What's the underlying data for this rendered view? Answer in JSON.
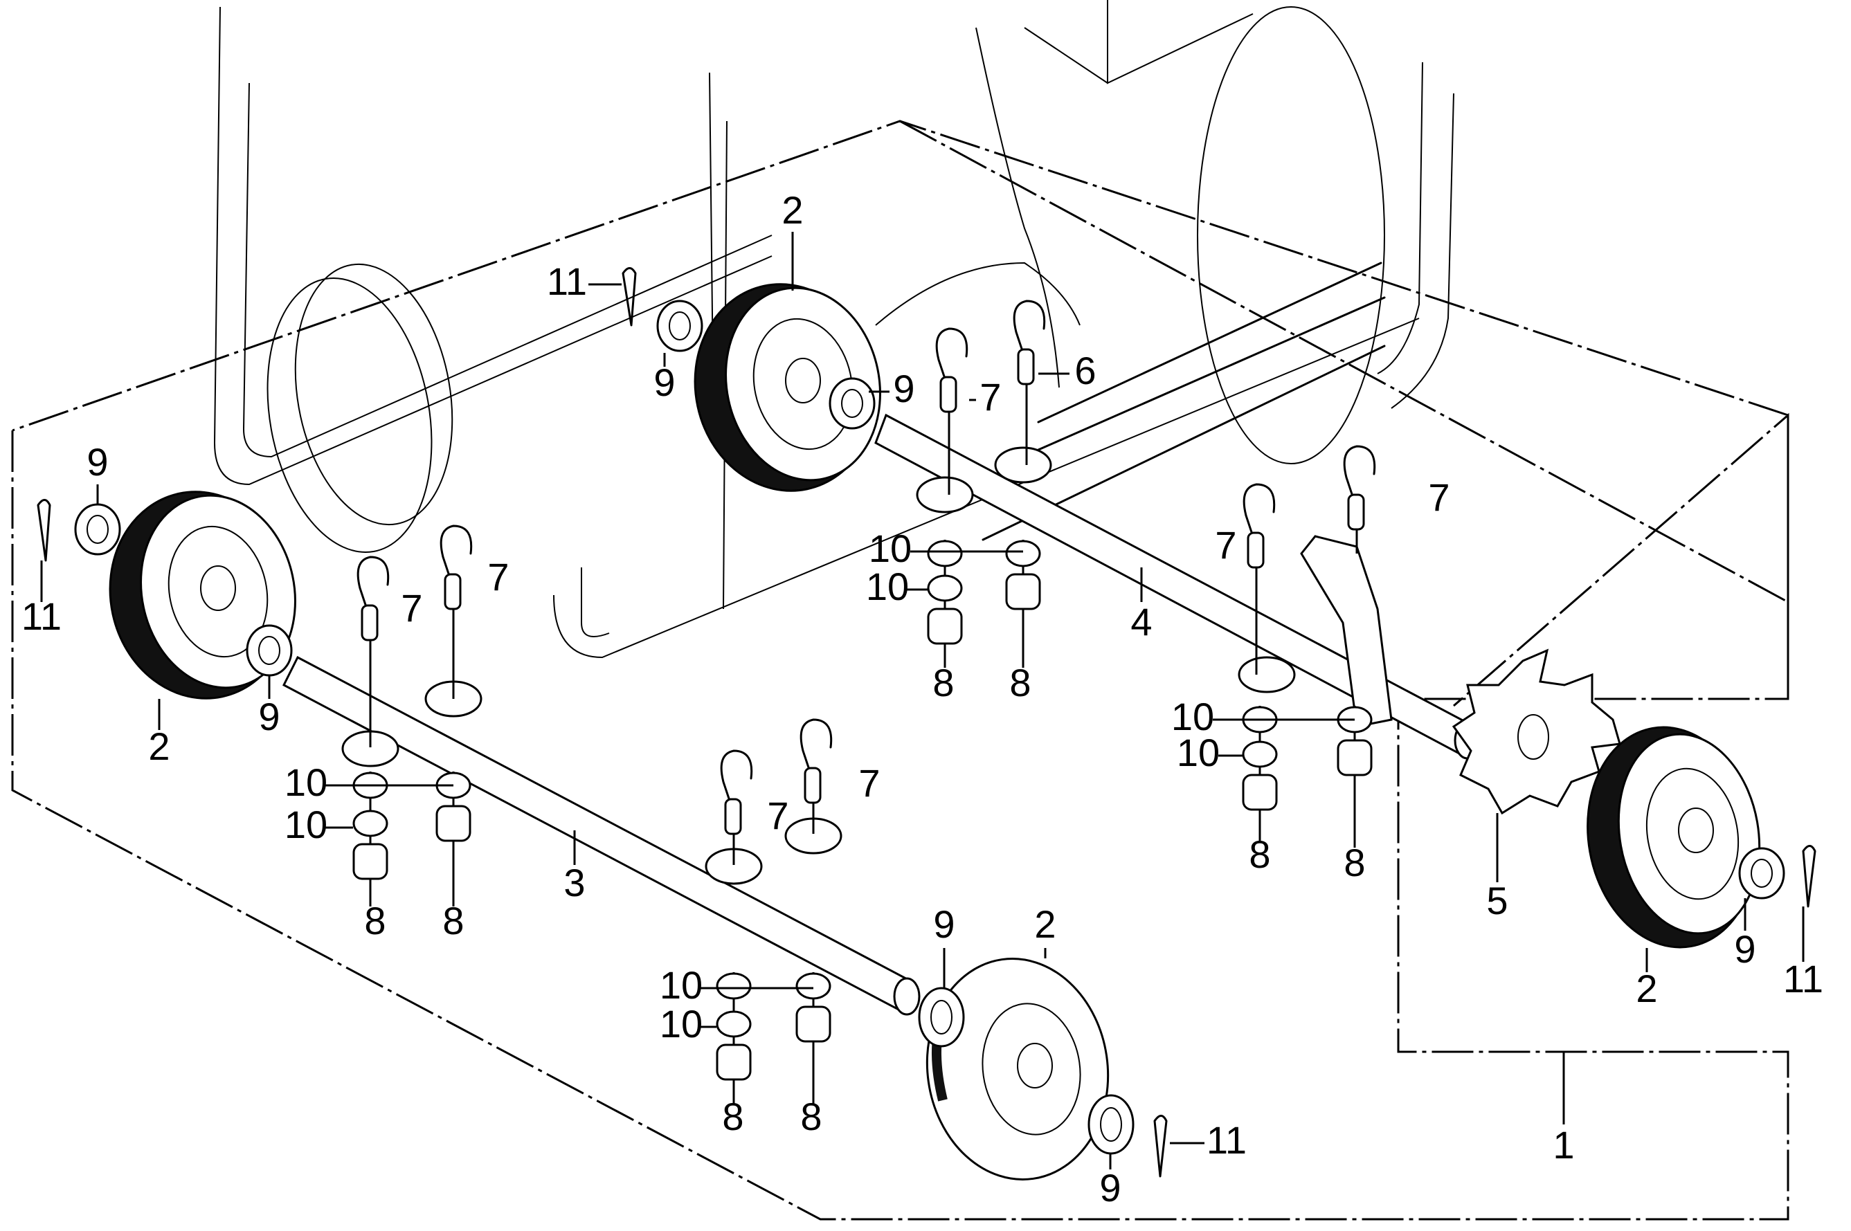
{
  "diagram": {
    "type": "exploded-parts-diagram",
    "subject": "Wheel and axle assembly (frame and engine shown in background)",
    "parts": [
      {
        "ref": "1",
        "name": "wheel-kit-assembly"
      },
      {
        "ref": "2",
        "name": "wheel"
      },
      {
        "ref": "3",
        "name": "front-axle"
      },
      {
        "ref": "4",
        "name": "rear-axle"
      },
      {
        "ref": "5",
        "name": "star-plate"
      },
      {
        "ref": "6",
        "name": "hook-bolt-short"
      },
      {
        "ref": "7",
        "name": "hook-bolt"
      },
      {
        "ref": "8",
        "name": "nut"
      },
      {
        "ref": "9",
        "name": "washer"
      },
      {
        "ref": "10",
        "name": "washer-small"
      },
      {
        "ref": "11",
        "name": "cotter-pin"
      }
    ],
    "callouts": {
      "c1": "1",
      "w_top_2": "2",
      "w_top_11": "11",
      "w_top_9a": "9",
      "w_top_9b": "9",
      "w_left_9": "9",
      "w_left_11": "11",
      "w_left_2": "2",
      "w_left_9b": "9",
      "w_front_9": "9",
      "w_front_2": "2",
      "w_front_9b": "9",
      "w_front_11": "11",
      "w_right_2": "2",
      "w_right_9": "9",
      "w_right_11": "11",
      "axle3": "3",
      "axle4": "4",
      "plate5": "5",
      "hook6": "6",
      "h7_a": "7",
      "h7_b": "7",
      "h7_c": "7",
      "h7_d": "7",
      "h7_e": "7",
      "h7_f": "7",
      "h7_g": "7",
      "n8_a": "8",
      "n8_b": "8",
      "n8_c": "8",
      "n8_d": "8",
      "n8_e": "8",
      "n8_f": "8",
      "n8_g": "8",
      "n8_h": "8",
      "w10_a": "10",
      "w10_b": "10",
      "w10_c": "10",
      "w10_d": "10",
      "w10_e": "10",
      "w10_f": "10",
      "w10_g": "10",
      "w10_h": "10"
    }
  }
}
